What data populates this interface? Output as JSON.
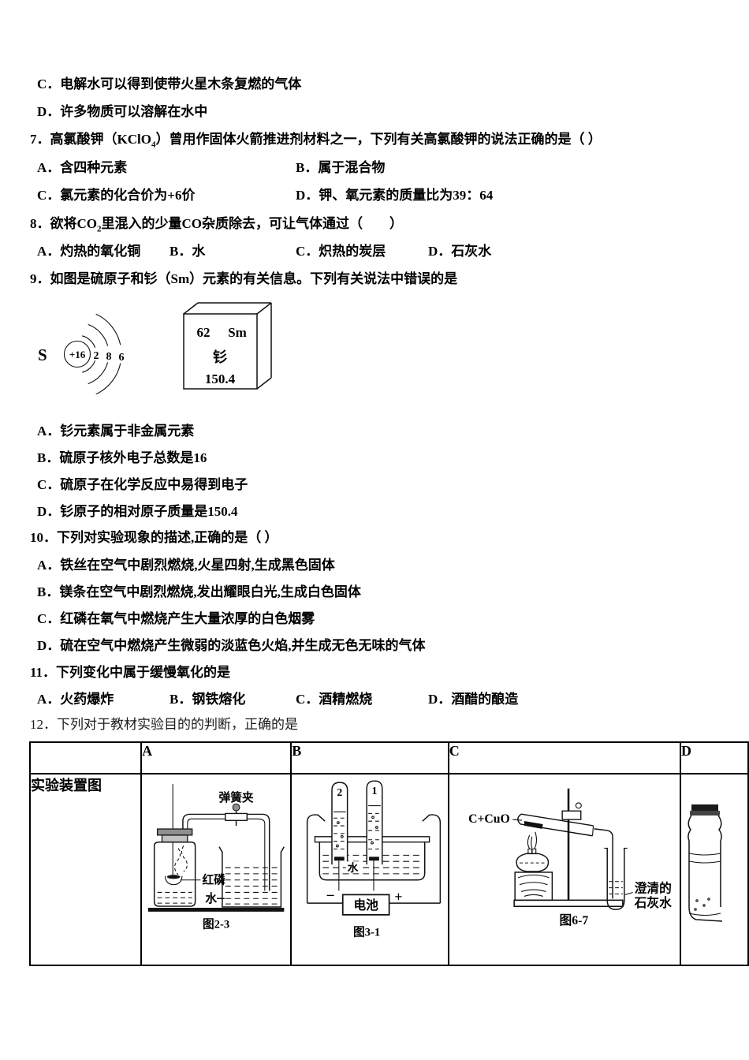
{
  "lines": {
    "c6": "C．电解水可以得到使带火星木条复燃的气体",
    "d6": "D．许多物质可以溶解在水中"
  },
  "q7": {
    "stem_pre": "7．高氯酸钾（KClO",
    "stem_sub": "4",
    "stem_post": "）曾用作固体火箭推进剂材料之一，下列有关高氯酸钾的说法正确的是（ ）",
    "opt_a": "A．含四种元素",
    "opt_b": "B．属于混合物",
    "opt_c": "C．氯元素的化合价为+6价",
    "opt_d": "D．钾、氧元素的质量比为39：64"
  },
  "q8": {
    "stem_pre": "8．欲将CO",
    "stem_sub": "2",
    "stem_post": "里混入的少量CO杂质除去，可让气体通过（　　）",
    "opt_a": "A．灼热的氧化铜",
    "opt_b": "B．水",
    "opt_c": "C．炽热的炭层",
    "opt_d": "D．石灰水"
  },
  "q9": {
    "stem": "9．如图是硫原子和钐（Sm）元素的有关信息。下列有关说法中错误的是",
    "opt_a": "A．钐元素属于非金属元素",
    "opt_b": "B．硫原子核外电子总数是16",
    "opt_c": "C．硫原子在化学反应中易得到电子",
    "opt_d": "D．钐原子的相对原子质量是150.4"
  },
  "q10": {
    "stem": "10．下列对实验现象的描述,正确的是（ ）",
    "opt_a": "A．铁丝在空气中剧烈燃烧,火星四射,生成黑色固体",
    "opt_b": "B．镁条在空气中剧烈燃烧,发出耀眼白光,生成白色固体",
    "opt_c": "C．红磷在氧气中燃烧产生大量浓厚的白色烟雾",
    "opt_d": "D．硫在空气中燃烧产生微弱的淡蓝色火焰,并生成无色无味的气体"
  },
  "q11": {
    "stem": "11．下列变化中属于缓慢氧化的是",
    "opt_a": "A．火药爆炸",
    "opt_b": "B．钢铁熔化",
    "opt_c": "C．酒精燃烧",
    "opt_d": "D．酒醋的酿造"
  },
  "q12": {
    "stem": "12．下列对于教材实验目的的判断，正确的是"
  },
  "atom": {
    "symbol": "S",
    "nucleus": "+16",
    "shell1": "2",
    "shell2": "8",
    "shell3": "6"
  },
  "element_cell": {
    "number": "62",
    "symbol": "Sm",
    "name": "钐",
    "mass": "150.4"
  },
  "table": {
    "col_a": "A",
    "col_b": "B",
    "col_c": "C",
    "col_d": "D",
    "row_label": "实验装置图",
    "fig_a": {
      "clip": "弹簧夹",
      "phosphorus": "红磷",
      "water": "水",
      "caption": "图2-3"
    },
    "fig_b": {
      "tube_left": "2",
      "tube_right": "1",
      "water": "水",
      "minus": "−",
      "battery": "电池",
      "plus": "+",
      "caption": "图3-1"
    },
    "fig_c": {
      "reactant": "C+CuO",
      "limewater_line1": "澄清的",
      "limewater_line2": "石灰水",
      "caption": "图6-7"
    }
  }
}
